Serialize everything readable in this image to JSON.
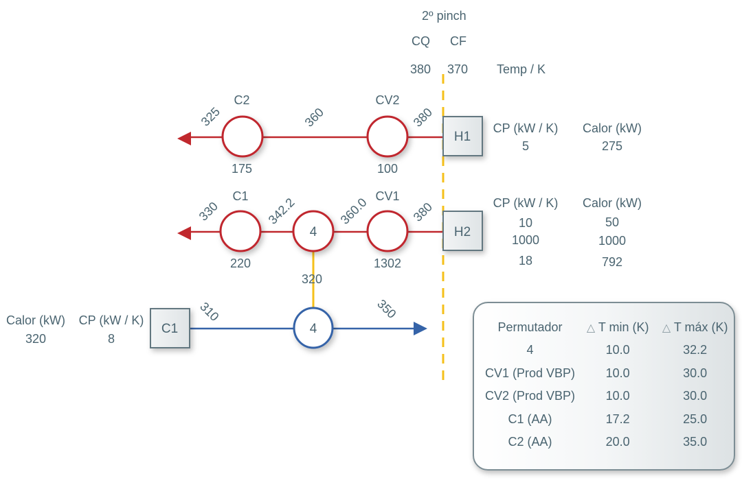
{
  "header": {
    "pinch_label": "2º pinch",
    "cold_side_label": "CQ",
    "hot_side_label": "CF",
    "temp_cq": "380",
    "temp_cf": "370",
    "temp_unit_label": "Temp / K"
  },
  "colors": {
    "hot_stream": "#c0282d",
    "cold_stream": "#3563a8",
    "pinch_line": "#f5c01a",
    "text": "#4a6470"
  },
  "streams": {
    "H1": {
      "label": "H1",
      "cp_header": "CP (kW / K)",
      "calor_header": "Calor (kW)",
      "cp_values": [
        "5"
      ],
      "calor_values": [
        "275"
      ],
      "temps": {
        "in": "380",
        "mid": "360",
        "out": "325"
      },
      "exchangers": [
        {
          "name": "CV2",
          "duty": "100"
        },
        {
          "name": "C2",
          "duty": "175"
        }
      ]
    },
    "H2": {
      "label": "H2",
      "cp_header": "CP (kW / K)",
      "calor_header": "Calor (kW)",
      "cp_values": [
        "10",
        "1000",
        "18"
      ],
      "calor_values": [
        "50",
        "1000",
        "792"
      ],
      "temps": {
        "in": "380",
        "after_cv1": "360.0",
        "after_4": "342.2",
        "out": "330"
      },
      "exchangers": [
        {
          "name": "CV1",
          "duty": "1302"
        },
        {
          "name": "4",
          "duty": ""
        },
        {
          "name": "C1",
          "duty": "220"
        }
      ]
    },
    "C1": {
      "label": "C1",
      "cp_header": "CP (kW / K)",
      "calor_header": "Calor (kW)",
      "cp_values": [
        "8"
      ],
      "calor_values": [
        "320"
      ],
      "temps": {
        "in": "310",
        "out": "350"
      },
      "exchanger": {
        "name": "4",
        "duty": "320"
      }
    }
  },
  "table": {
    "headers": [
      "Permutador",
      "T min (K)",
      "T máx (K)"
    ],
    "delta_symbol": "△",
    "rows": [
      [
        "4",
        "10.0",
        "32.2"
      ],
      [
        "CV1 (Prod VBP)",
        "10.0",
        "30.0"
      ],
      [
        "CV2 (Prod VBP)",
        "10.0",
        "30.0"
      ],
      [
        "C1 (AA)",
        "17.2",
        "25.0"
      ],
      [
        "C2 (AA)",
        "20.0",
        "35.0"
      ]
    ]
  }
}
